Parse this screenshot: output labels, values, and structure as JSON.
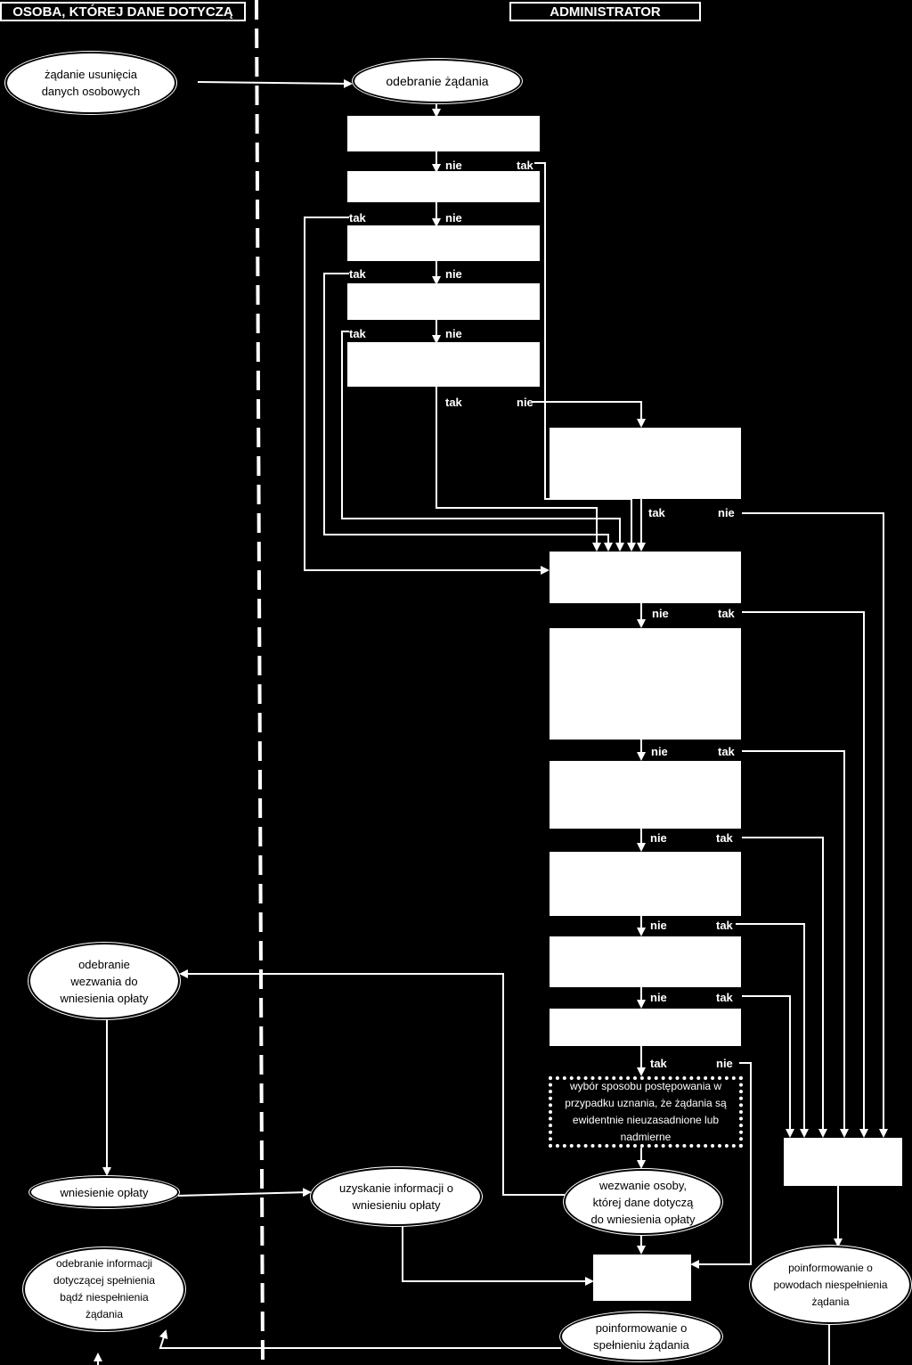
{
  "lanes": {
    "left": "OSOBA, KTÓREJ DANE DOTYCZĄ",
    "right": "ADMINISTRATOR"
  },
  "nodes": {
    "request": "żądanie usunięcia danych osobowych",
    "receive_request": "odebranie żądania",
    "receive_fee_call": "odebranie wezwania do wniesienia opłaty",
    "fee_paid": "wniesienie opłaty",
    "info_fee_paid": "uzyskanie informacji o wniesieniu opłaty",
    "call_fee": "wezwanie osoby, której dane dotyczą do wniesienia opłaty",
    "choice": "wybór  sposobu postępowania w przypadku uznania, że żądania są ewidentnie nieuzasadnione lub nadmierne",
    "receive_info": "odebranie informacji dotyczącej spełnienia bądź niespełnienia żądania",
    "inform_done": "poinformowanie o spełnieniu żądania",
    "inform_reasons": "poinformowanie o powodach niespełnienia żądania"
  },
  "labels": {
    "yes": "tak",
    "no": "nie"
  }
}
